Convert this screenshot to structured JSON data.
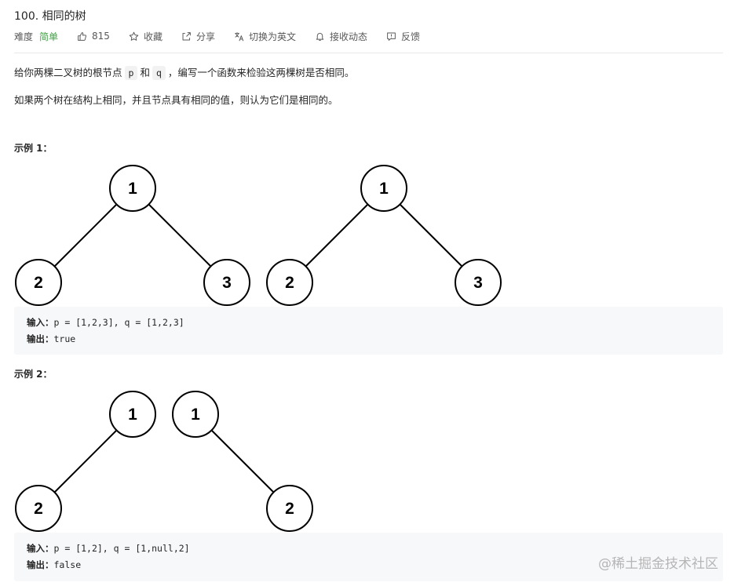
{
  "header": {
    "title": "100. 相同的树",
    "difficulty_label": "难度",
    "difficulty_value": "简单",
    "likes": "815",
    "favorite_label": "收藏",
    "share_label": "分享",
    "switch_lang_label": "切换为英文",
    "notify_label": "接收动态",
    "feedback_label": "反馈"
  },
  "description": {
    "line1_a": "给你两棵二叉树的根节点",
    "var_p": "p",
    "and": "和",
    "var_q": "q",
    "line1_b": "，编写一个函数来检验这两棵树是否相同。",
    "line2": "如果两个树在结构上相同，并且节点具有相同的值，则认为它们是相同的。"
  },
  "examples": [
    {
      "title": "示例 1：",
      "trees": [
        {
          "nodes": [
            {
              "id": "a",
              "label": "1"
            },
            {
              "id": "b",
              "label": "2"
            },
            {
              "id": "c",
              "label": "3"
            }
          ],
          "edges": [
            [
              "a",
              "b"
            ],
            [
              "a",
              "c"
            ]
          ]
        },
        {
          "nodes": [
            {
              "id": "a",
              "label": "1"
            },
            {
              "id": "b",
              "label": "2"
            },
            {
              "id": "c",
              "label": "3"
            }
          ],
          "edges": [
            [
              "a",
              "b"
            ],
            [
              "a",
              "c"
            ]
          ]
        }
      ],
      "input_label": "输入：",
      "input_value": "p = [1,2,3], q = [1,2,3]",
      "output_label": "输出：",
      "output_value": "true"
    },
    {
      "title": "示例 2：",
      "trees": [
        {
          "nodes": [
            {
              "id": "a",
              "label": "1"
            },
            {
              "id": "b",
              "label": "2"
            }
          ],
          "edges": [
            [
              "a",
              "b"
            ]
          ]
        },
        {
          "nodes": [
            {
              "id": "a",
              "label": "1"
            },
            {
              "id": "b",
              "label": "2"
            }
          ],
          "edges": [
            [
              "a",
              "b"
            ]
          ]
        }
      ],
      "input_label": "输入：",
      "input_value": "p = [1,2], q = [1,null,2]",
      "output_label": "输出：",
      "output_value": "false"
    }
  ],
  "watermark": "@稀土掘金技术社区",
  "icons": {
    "like": "thumbs-up-icon",
    "favorite": "star-icon",
    "share": "share-icon",
    "translate": "translate-icon",
    "notify": "bell-icon",
    "feedback": "feedback-icon"
  },
  "colors": {
    "difficulty_easy": "#43a047",
    "code_background": "#f7f8fa"
  }
}
